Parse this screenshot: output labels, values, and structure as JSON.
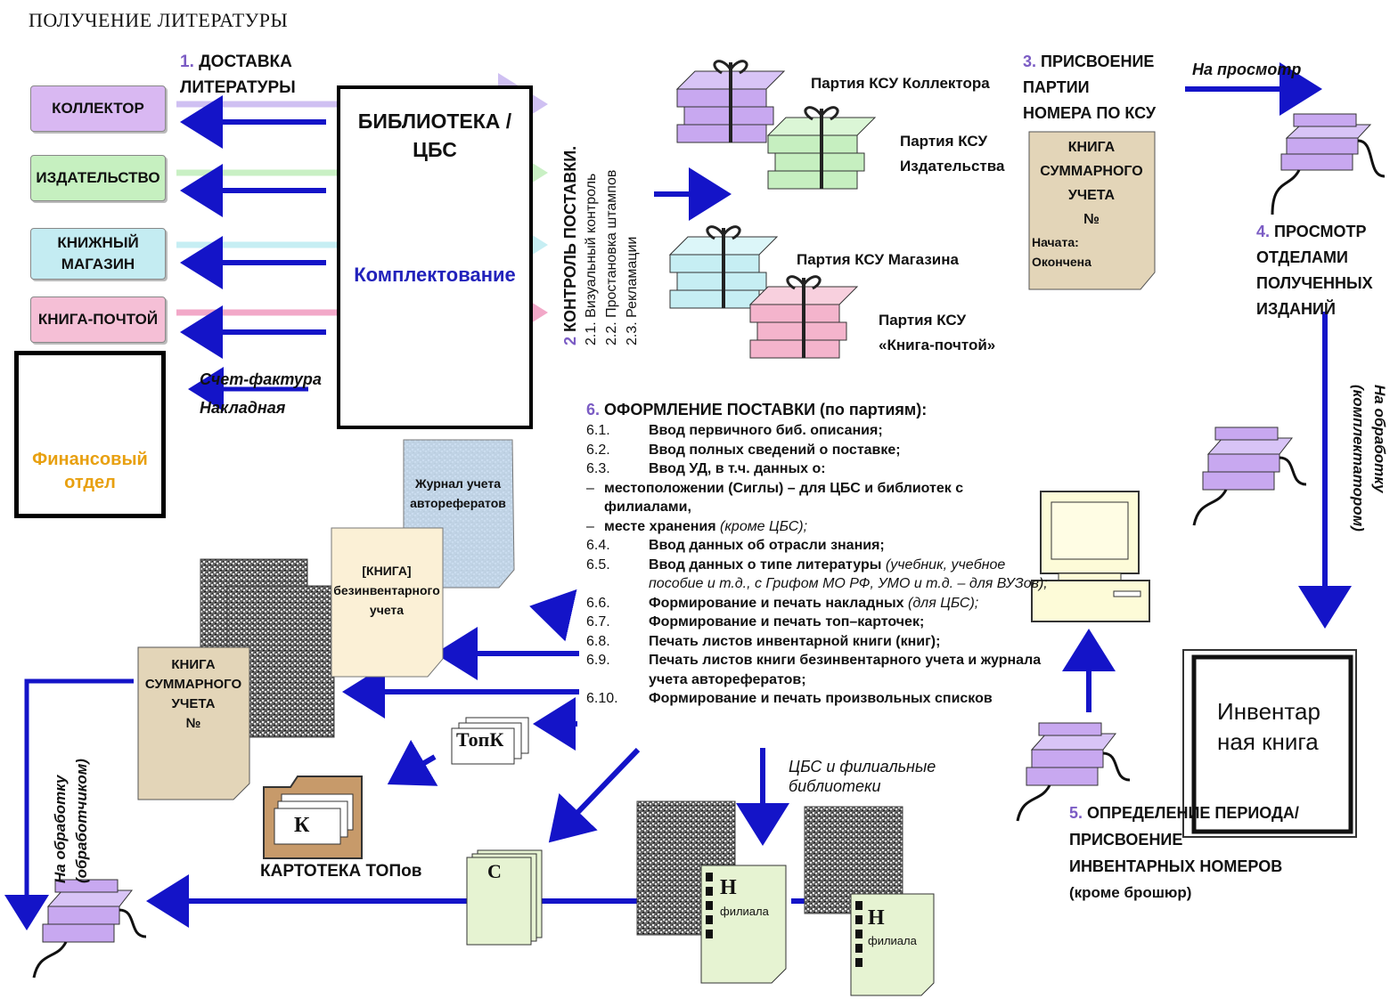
{
  "page_title": "ПОЛУЧЕНИЕ ЛИТЕРАТУРЫ",
  "step1": {
    "num": "1.",
    "title_l1": "ДОСТАВКА",
    "title_l2": "ЛИТЕРАТУРЫ"
  },
  "suppliers": [
    {
      "label_l1": "КОЛЛЕКТОР",
      "label_l2": "",
      "color": "#d9b8f2"
    },
    {
      "label_l1": "ИЗДАТЕЛЬСТВО",
      "label_l2": "",
      "color": "#c6f0c0"
    },
    {
      "label_l1": "КНИЖНЫЙ",
      "label_l2": "МАГАЗИН",
      "color": "#c4ecf2"
    },
    {
      "label_l1": "КНИГА-ПОЧТОЙ",
      "label_l2": "",
      "color": "#f5bfd6"
    }
  ],
  "library": {
    "title_l1": "БИБЛИОТЕКА /",
    "title_l2": "ЦБС",
    "caption": "Комплектование"
  },
  "finance": {
    "label_l1": "Финансовый",
    "label_l2": "отдел"
  },
  "invoice": {
    "l1": "Счет-фактура",
    "l2": "Накладная"
  },
  "step2": {
    "num": "2",
    "title": "КОНТРОЛЬ ПОСТАВКИ.",
    "items": [
      "2.1. Визуальный контроль",
      "2.2. Простановка штампов",
      "2.3. Рекламации"
    ]
  },
  "batches": [
    {
      "l1": "Партия КСУ Коллектора",
      "l2": ""
    },
    {
      "l1": "Партия КСУ",
      "l2": "Издательства"
    },
    {
      "l1": "Партия КСУ Магазина",
      "l2": ""
    },
    {
      "l1": "Партия КСУ",
      "l2": "«Книга-почтой»"
    }
  ],
  "step3": {
    "num": "3.",
    "l1": "ПРИСВОЕНИЕ",
    "l2": "ПАРТИИ",
    "l3": "НОМЕРА ПО КСУ"
  },
  "ksu_book": {
    "l1": "КНИГА",
    "l2": "СУММАРНОГО",
    "l3": "УЧЕТА",
    "l4": "№",
    "start": "Начата:",
    "end": "Окончена"
  },
  "to_view": "На просмотр",
  "step4": {
    "num": "4.",
    "l1": "ПРОСМОТР",
    "l2": "ОТДЕЛАМИ",
    "l3": "ПОЛУЧЕННЫХ",
    "l4": "ИЗДАНИЙ"
  },
  "to_processing_right": {
    "l1": "На обработку",
    "l2": "(комплектатором)"
  },
  "step6": {
    "num": "6.",
    "title": "ОФОРМЛЕНИЕ ПОСТАВКИ",
    "title_suffix": "(по партиям):",
    "items": [
      {
        "n": "6.1.",
        "t": "Ввод первичного биб. описания;"
      },
      {
        "n": "6.2.",
        "t": "Ввод полных сведений о поставке;"
      },
      {
        "n": "6.3.",
        "t": "Ввод УД, в т.ч. данных о:"
      },
      {
        "n": "–",
        "t": "местоположении (Сиглы) – для ЦБС и библиотек с филиалами,"
      },
      {
        "n": "–",
        "t": "месте хранения",
        "i": "(кроме ЦБС);"
      },
      {
        "n": "6.4.",
        "t": "Ввод данных об отрасли знания;"
      },
      {
        "n": "6.5.",
        "t": "Ввод данных о типе литературы",
        "i": "(учебник, учебное пособие и т.д., с Грифом МО РФ, УМО и т.д. – для ВУЗов);"
      },
      {
        "n": "6.6.",
        "t": "Формирование и печать накладных",
        "i": "(для ЦБС);"
      },
      {
        "n": "6.7.",
        "t": "Формирование и печать топ–карточек;"
      },
      {
        "n": "6.8.",
        "t": "Печать листов инвентарной книги (книг);"
      },
      {
        "n": "6.9.",
        "t": "Печать листов книги безинвентарного учета и журнала учета авторефератов;"
      },
      {
        "n": "6.10.",
        "t": "Формирование и печать произвольных списков"
      }
    ]
  },
  "docs": {
    "journal_l1": "Журнал учета",
    "journal_l2": "авторефератов",
    "nonInv_l1": "[КНИГА]",
    "nonInv_l2": "безинвентарного",
    "nonInv_l3": "учета",
    "ksu_l1": "КНИГА",
    "ksu_l2": "СУММАРНОГО",
    "ksu_l3": "УЧЕТА",
    "ksu_l4": "№",
    "topk": "ТопК",
    "card_letter": "К",
    "card_catalog": "КАРТОТЕКА ТОПов",
    "c_letter": "С",
    "h_letter": "Н",
    "h_sub": "филиала"
  },
  "branches_caption": {
    "l1": "ЦБС и филиальные",
    "l2": "библиотеки"
  },
  "inventory_book": {
    "l1": "Инвентар",
    "l2": "ная книга"
  },
  "step5": {
    "num": "5.",
    "l1": "ОПРЕДЕЛЕНИЕ ПЕРИОДА/",
    "l2": "ПРИСВОЕНИЕ",
    "l3": "ИНВЕНТАРНЫХ НОМЕРОВ",
    "l4": "(кроме брошюр)"
  },
  "to_processing_left": {
    "l1": "На обработку",
    "l2": "(обработчиком)"
  },
  "colors": {
    "arrow": "#1414c8",
    "step_num": "#7b5cc4",
    "paper": "#e9dcc3",
    "journal": "#c8dcf0",
    "green_doc": "#e6f3d2",
    "folder": "#c79a6a",
    "lavender": "#c8a8f0"
  }
}
